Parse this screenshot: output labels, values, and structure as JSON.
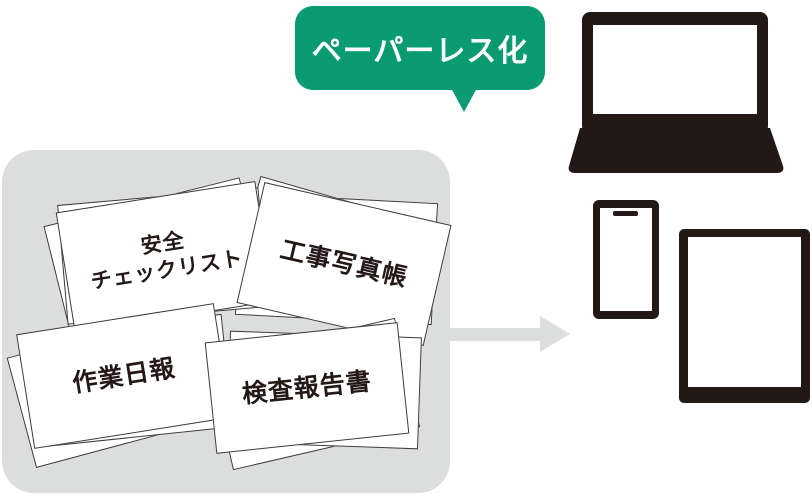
{
  "illustration": {
    "title": "paper-to-paperless concept",
    "bubble": {
      "label": "ペーパーレス化"
    },
    "papers": [
      {
        "id": "safety-checklist",
        "label": "安全チェックリスト",
        "line1": "安全",
        "line2": "チェックリスト"
      },
      {
        "id": "construction-photo-album",
        "label": "工事写真帳"
      },
      {
        "id": "daily-work-report",
        "label": "作業日報"
      },
      {
        "id": "inspection-report",
        "label": "検査報告書"
      }
    ],
    "icons": [
      {
        "name": "speech-bubble-icon"
      },
      {
        "name": "laptop-icon"
      },
      {
        "name": "smartphone-icon"
      },
      {
        "name": "tablet-icon"
      },
      {
        "name": "arrow-right-icon"
      },
      {
        "name": "paper-pile-icon"
      }
    ],
    "colors": {
      "accent_green": "#0a9b72",
      "bubble_text": "#ffffff",
      "device_ink": "#231815",
      "pile_background": "#dcdddd",
      "paper": "#ffffff",
      "paper_outline": "#3e3a39",
      "arrow": "#dcdddd"
    }
  }
}
